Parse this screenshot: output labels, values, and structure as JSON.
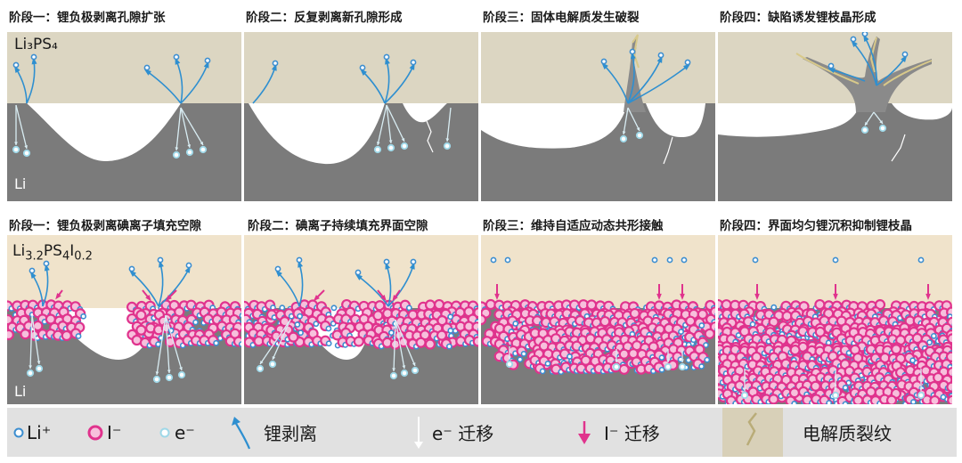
{
  "row1": {
    "titles": [
      "阶段一：锂负极剥离孔隙扩张",
      "阶段二：反复剥离新孔隙形成",
      "阶段三：固体电解质发生破裂",
      "阶段四：缺陷诱发锂枝晶形成"
    ],
    "material": "Li₃PS₄"
  },
  "row2": {
    "titles": [
      "阶段一：锂负极剥离碘离子填充空隙",
      "阶段二：碘离子持续填充界面空隙",
      "阶段三：维持自适应动态共形接触",
      "阶段四：界面均匀锂沉积抑制锂枝晶"
    ],
    "material": "Li₃.₂PS₄I₀.₂"
  },
  "anode_label": "Li",
  "legend": {
    "li_ion": "Li⁺",
    "i_ion": "I⁻",
    "electron": "e⁻",
    "stripping": "锂剥离",
    "e_migration": "e⁻ 迁移",
    "i_migration": "I⁻ 迁移",
    "crack": "电解质裂纹"
  },
  "colors": {
    "electrolyte": "#dcd6c2",
    "electrolyte_row2": "#f0e3cb",
    "anode": "#7b7b7b",
    "li_ion": "#3c8ed0",
    "i_ion": "#e0338d",
    "electron": "#9fd8e8",
    "legend_bg": "#e1e1e1"
  }
}
